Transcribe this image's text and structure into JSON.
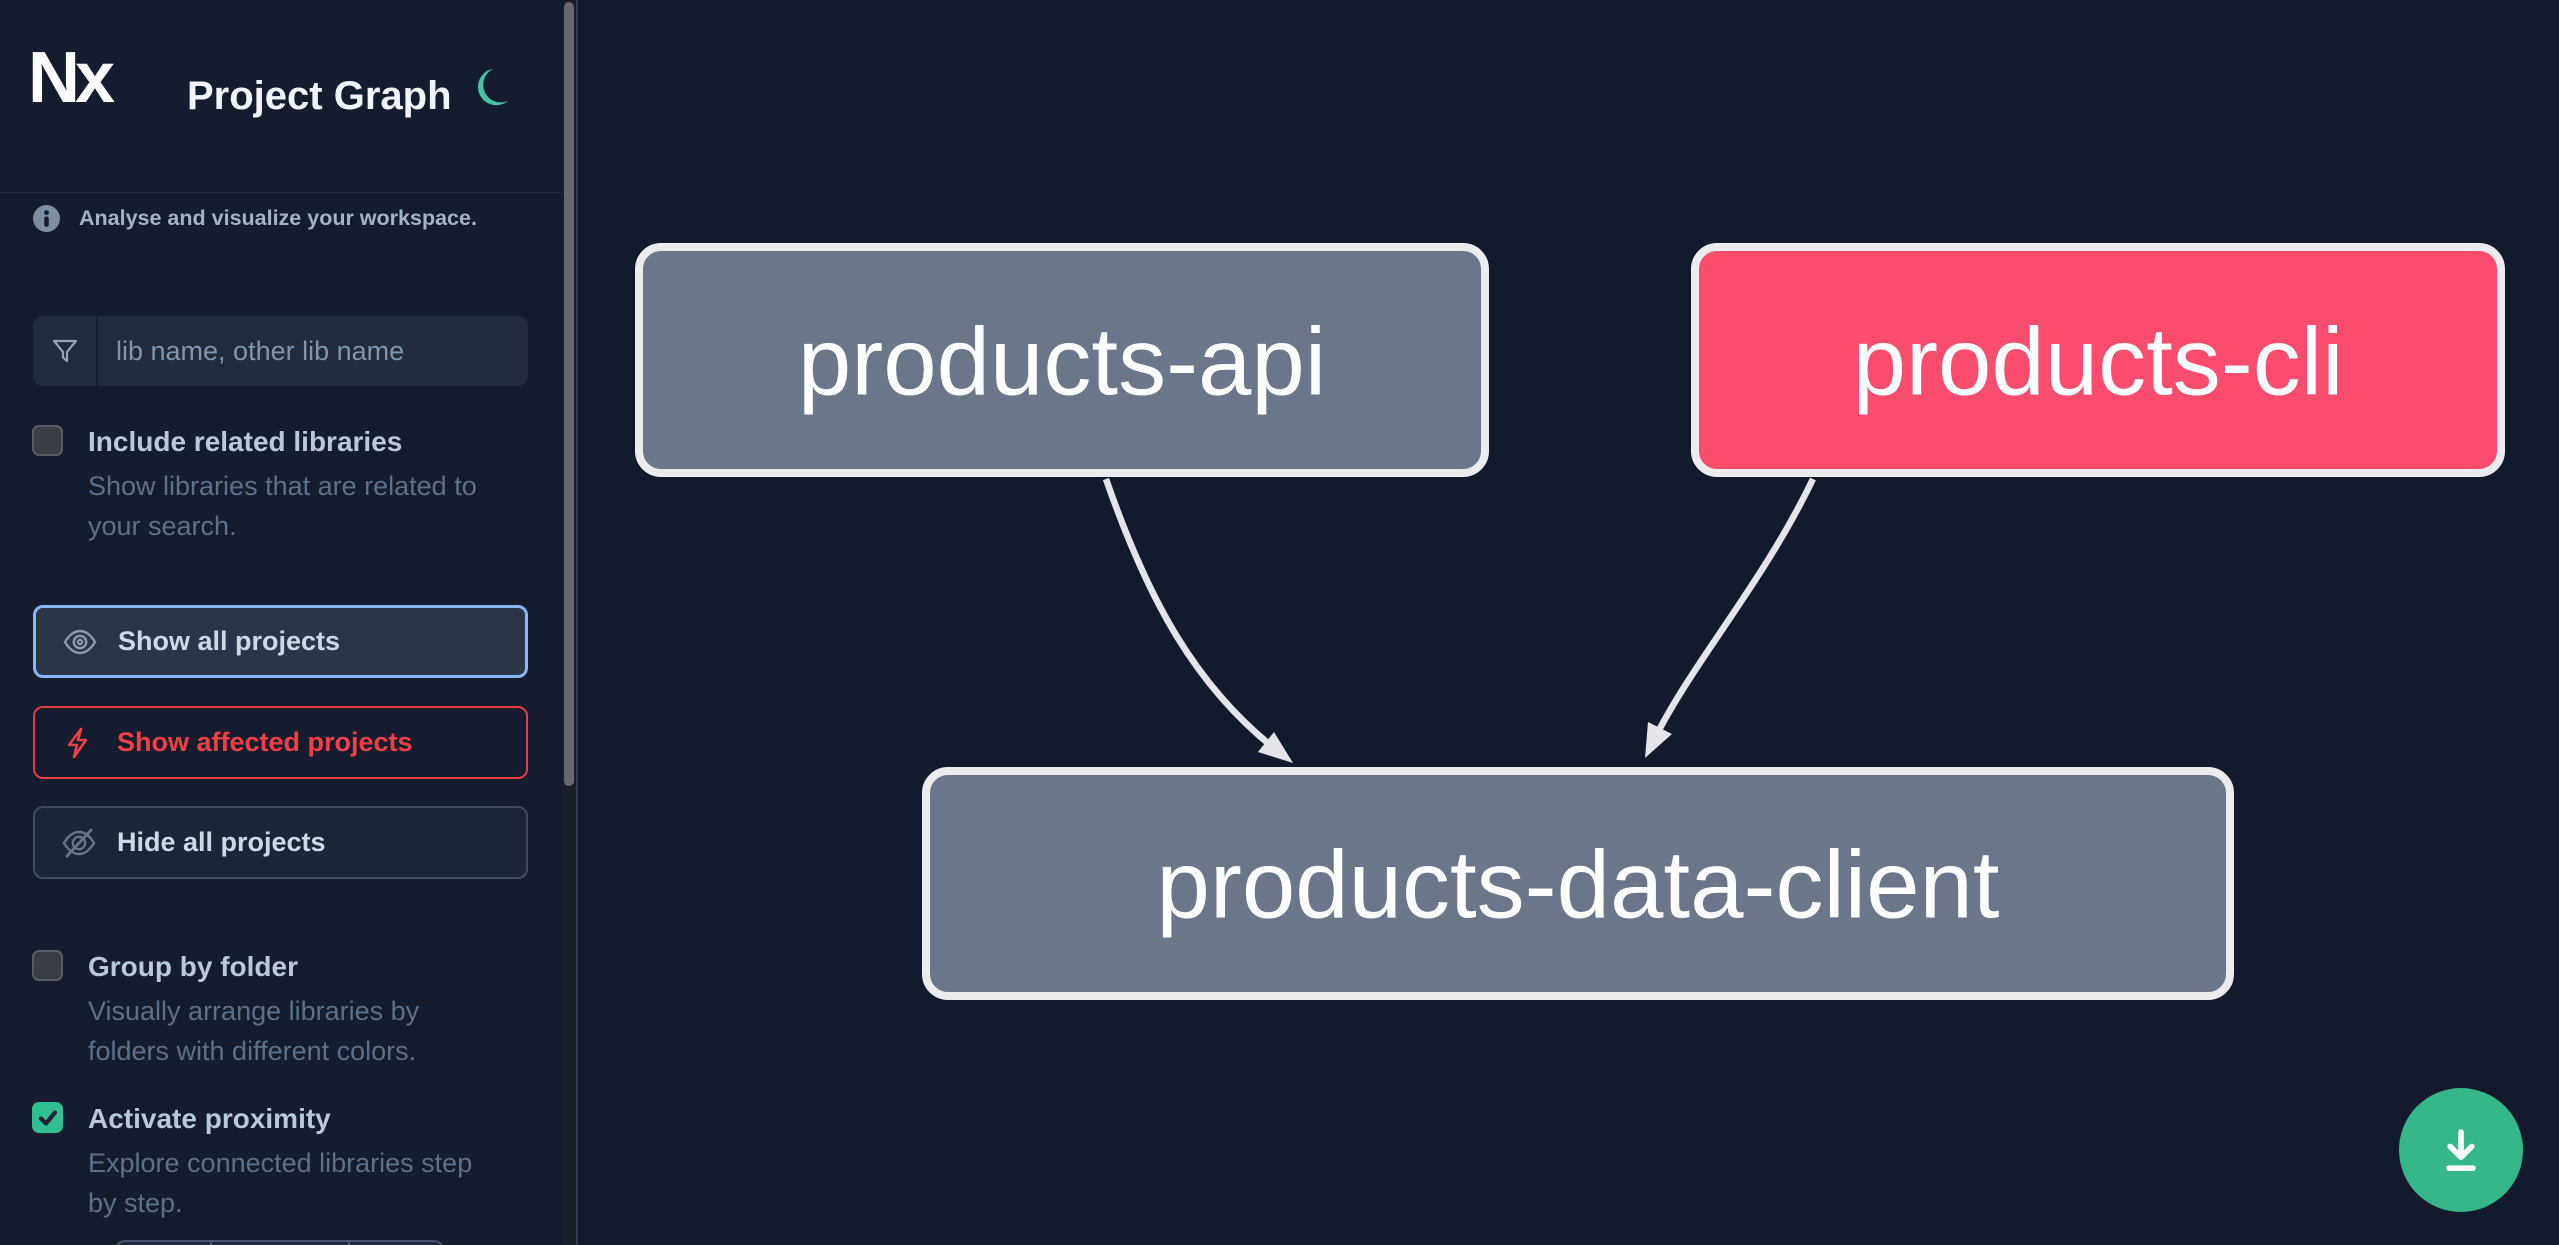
{
  "header": {
    "logo_text": "Nx",
    "title": "Project Graph"
  },
  "sidebar": {
    "tagline": "Analyse and visualize your workspace.",
    "search_placeholder": "lib name, other lib name",
    "toggles": [
      {
        "label": "Include related libraries",
        "lines": [
          "Show libraries that are related to",
          "your search."
        ],
        "checked": false
      },
      {
        "label": "Group by folder",
        "lines": [
          "Visually arrange libraries by",
          "folders with different colors."
        ],
        "checked": false
      },
      {
        "label": "Activate proximity",
        "lines": [
          "Explore connected libraries step",
          "by step."
        ],
        "checked": true
      }
    ],
    "buttons": [
      {
        "label": "Show all projects",
        "icon": "eye",
        "state": "selected"
      },
      {
        "label": "Show affected projects",
        "icon": "bolt",
        "state": "affected"
      },
      {
        "label": "Hide all projects",
        "icon": "eye-off",
        "state": "default"
      }
    ]
  },
  "graph": {
    "nodes": [
      {
        "id": "products-api",
        "label": "products-api",
        "style": "library"
      },
      {
        "id": "products-cli",
        "label": "products-cli",
        "style": "highlighted"
      },
      {
        "id": "products-data-client",
        "label": "products-data-client",
        "style": "library"
      }
    ],
    "edges": [
      {
        "from": "products-api",
        "to": "products-data-client"
      },
      {
        "from": "products-cli",
        "to": "products-data-client"
      }
    ]
  },
  "fab": {
    "icon": "download"
  },
  "colors": {
    "node_gray": "#6c7689",
    "node_highlight": "#fa4d6d",
    "node_border": "#ececee",
    "edge": "#e4e5e8",
    "accent_green": "#35b789",
    "moon_green": "#46c3a0",
    "affected_red": "#ef4049",
    "selected_border": "#89b7f3",
    "checkbox_checked": "#2fbf90"
  }
}
